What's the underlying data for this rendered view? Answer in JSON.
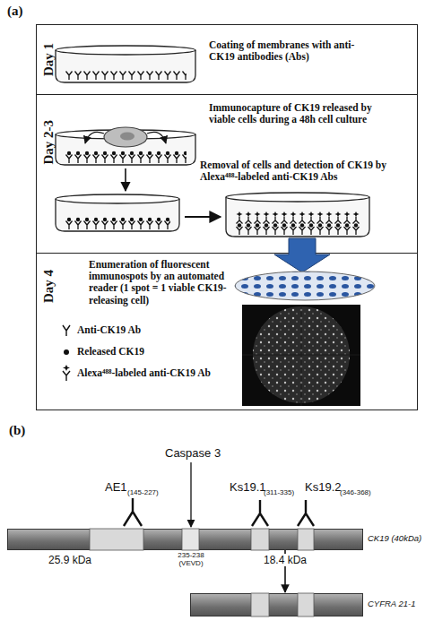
{
  "diagram": {
    "nodes": [
      {
        "text": [
          "Day 1",
          "Coating of membranes with anti-CK19 antibodies (Abs)"
        ]
      },
      {
        "text": [
          "Day 2-3",
          "Immunocapture of CK19 released by viable cells during a 48h cell culture",
          "Removal of cells and detection of CK19 by Alexa⁴⁸⁸-labeled anti-CK19 Abs"
        ]
      },
      {
        "text": [
          "Day 4",
          "Enumeration of fluorescent immunospots by an automated reader (1 spot = 1 viable CK19-releasing cell)"
        ]
      },
      {
        "text": [
          "CK19 (40kDa)"
        ]
      },
      {
        "text": [
          "CYFRA 21-1"
        ]
      }
    ],
    "edges": [
      {
        "from": 3,
        "to": 4,
        "label": "18.4 kDa",
        "arrow": "to"
      }
    ],
    "labels": [
      "(a)",
      "(b)",
      "Caspase 3",
      "AE1",
      "(145-227)",
      "Ks19.1",
      "(311-335)",
      "Ks19.2",
      "(346-368)",
      "235-238 (VEVD)",
      "25.9 kDa"
    ],
    "legend": [
      {
        "text": "Anti-CK19 Ab"
      },
      {
        "text": "Released CK19"
      },
      {
        "text": "Alexa⁴⁸⁸-labeled anti-CK19 Ab"
      }
    ]
  }
}
